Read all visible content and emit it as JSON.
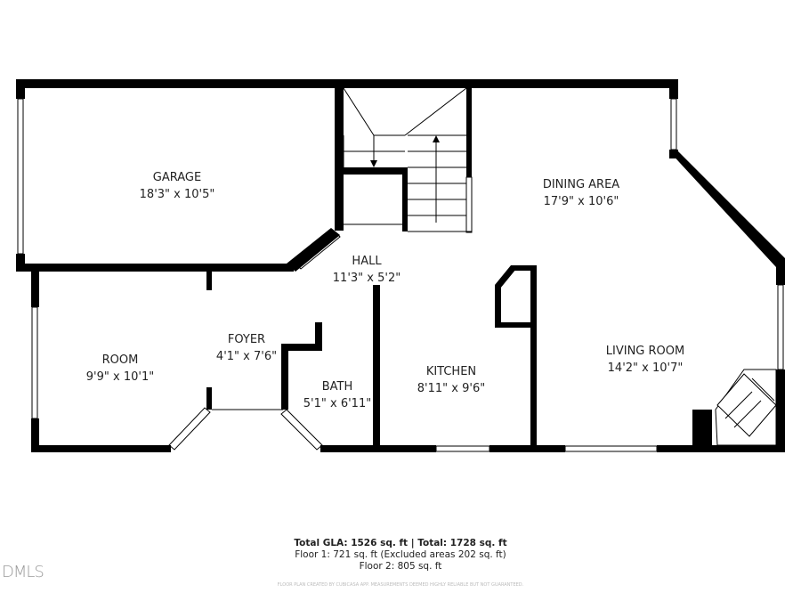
{
  "rooms": [
    {
      "name": "GARAGE",
      "size": "18'3\" x 10'5\""
    },
    {
      "name": "DINING AREA",
      "size": "17'9\" x 10'6\""
    },
    {
      "name": "HALL",
      "size": "11'3\" x 5'2\""
    },
    {
      "name": "ROOM",
      "size": "9'9\" x 10'1\""
    },
    {
      "name": "FOYER",
      "size": "4'1\" x 7'6\""
    },
    {
      "name": "BATH",
      "size": "5'1\" x 6'11\""
    },
    {
      "name": "KITCHEN",
      "size": "8'11\" x 9'6\""
    },
    {
      "name": "LIVING ROOM",
      "size": "14'2\" x 10'7\""
    }
  ],
  "summary": {
    "total": "Total GLA: 1526 sq. ft | Total: 1728 sq. ft",
    "floor1": "Floor 1: 721 sq. ft (Excluded areas 202 sq. ft)",
    "floor2": "Floor 2: 805 sq. ft",
    "disclaimer": "FLOOR PLAN CREATED BY CUBICASA APP. MEASUREMENTS DEEMED HIGHLY RELIABLE BUT NOT GUARANTEED."
  },
  "logo": "DMLS",
  "colors": {
    "wall": "#000000",
    "background": "#ffffff"
  }
}
